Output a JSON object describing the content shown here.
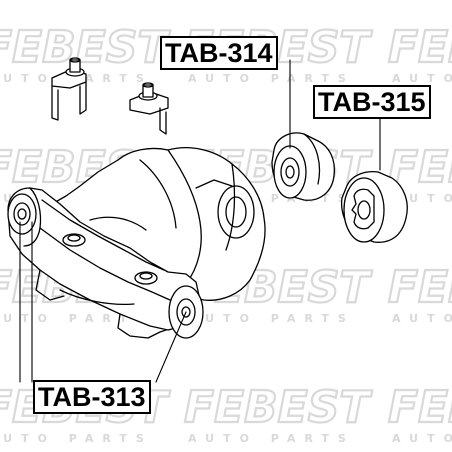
{
  "watermark": {
    "brand": "FEBEST",
    "tagline": "AUTO PARTS",
    "color": "#d9d9d9"
  },
  "labels": {
    "tab314": "TAB-314",
    "tab315": "TAB-315",
    "tab313": "TAB-313"
  },
  "colors": {
    "line": "#000000",
    "background": "#ffffff"
  }
}
